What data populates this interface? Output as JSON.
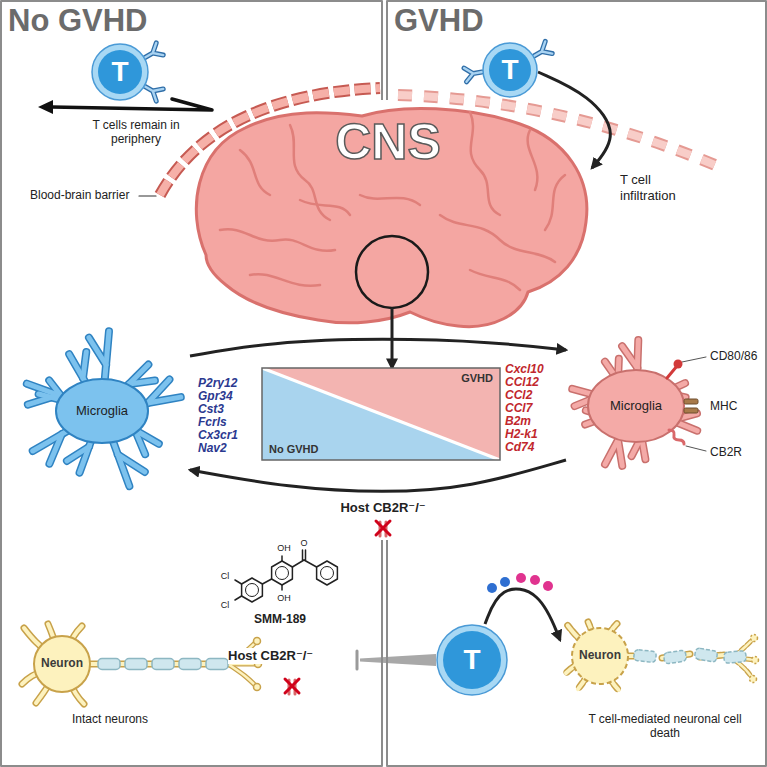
{
  "diagram": {
    "nodes": [
      {
        "text": [
          "No GVHD"
        ]
      },
      {
        "text": [
          "GVHD"
        ]
      },
      {
        "text": [
          "T"
        ],
        "in": 0
      },
      {
        "text": [
          "T"
        ],
        "in": 1
      },
      {
        "text": [
          "CNS"
        ]
      },
      {
        "text": [
          "Microglia"
        ],
        "in": 0
      },
      {
        "text": [
          "GVHD",
          "No GVHD"
        ]
      },
      {
        "text": [
          "Microglia"
        ],
        "in": 1
      },
      {
        "text": [
          "Neuron"
        ],
        "in": 0
      },
      {
        "text": [
          "T"
        ],
        "in": 1
      },
      {
        "text": [
          "Neuron"
        ],
        "in": 1
      }
    ],
    "edges": [
      {
        "from": 3,
        "to": 4,
        "label": "T cell infiltration",
        "arrow": "to"
      },
      {
        "from": 4,
        "to": 6,
        "arrow": "to"
      },
      {
        "from": 5,
        "to": 7,
        "arrow": "to"
      },
      {
        "from": 7,
        "to": 5,
        "label": "Host CB2R⁻/⁻",
        "arrow": "to"
      },
      {
        "from": 9,
        "to": 10,
        "arrow": "to"
      }
    ],
    "labels": [
      "T cells remain in periphery",
      "Blood-brain barrier",
      "P2ry12",
      "Gpr34",
      "Cst3",
      "Fcrls",
      "Cx3cr1",
      "Nav2",
      "Cxcl10",
      "CCl12",
      "CCl2",
      "CCl7",
      "B2m",
      "H2-k1",
      "Cd74",
      "CD80/86",
      "MHC",
      "CB2R",
      "Cl",
      "Cl",
      "OH",
      "OH",
      "O",
      "SMM-189",
      "Host CB2R⁻/⁻",
      "Intact neurons",
      "T cell-mediated neuronal cell death"
    ]
  }
}
